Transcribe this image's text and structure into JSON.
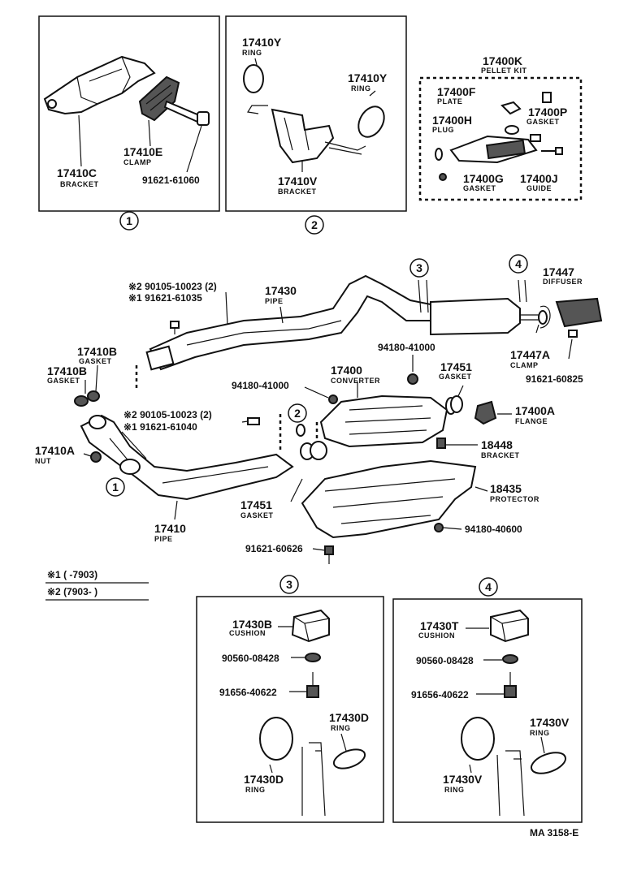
{
  "panel1": {
    "bracket_no": "17410C",
    "bracket_name": "BRACKET",
    "clamp_no": "17410E",
    "clamp_name": "CLAMP",
    "bolt_no": "91621-61060",
    "circle": "1"
  },
  "panel2": {
    "ring_a_no": "17410Y",
    "ring_a_name": "RING",
    "ring_b_no": "17410Y",
    "ring_b_name": "RING",
    "bracket_no": "17410V",
    "bracket_name": "BRACKET",
    "circle": "2"
  },
  "pellet_kit": {
    "kit_no": "17400K",
    "kit_name": "PELLET KIT",
    "plate_no": "17400F",
    "plate_name": "PLATE",
    "plug_no": "17400H",
    "plug_name": "PLUG",
    "gasket_p_no": "17400P",
    "gasket_p_name": "GASKET",
    "gasket_g_no": "17400G",
    "gasket_g_name": "GASKET",
    "guide_no": "17400J",
    "guide_name": "GUIDE"
  },
  "main": {
    "circle3": "3",
    "circle4": "4",
    "circle2": "2",
    "circle1": "1",
    "pipe_no": "17430",
    "pipe_name": "PIPE",
    "bolt2_a": "※2 90105-10023 (2)",
    "bolt1_a": "※1 91621-61035",
    "diffuser_no": "17447",
    "diffuser_name": "DIFFUSER",
    "clamp_no": "17447A",
    "clamp_name": "CLAMP",
    "bolt_60825": "91621-60825",
    "nut_41000_a": "94180-41000",
    "nut_41000_b": "94180-41000",
    "gasket_17410b_a_no": "17410B",
    "gasket_17410b_a_name": "GASKET",
    "gasket_17410b_b_no": "17410B",
    "gasket_17410b_b_name": "GASKET",
    "converter_no": "17400",
    "converter_name": "CONVERTER",
    "gasket_17451_a_no": "17451",
    "gasket_17451_a_name": "GASKET",
    "gasket_17451_b_no": "17451",
    "gasket_17451_b_name": "GASKET",
    "flange_no": "17400A",
    "flange_name": "FLANGE",
    "bolt2_b": "※2 90105-10023 (2)",
    "bolt1_b": "※1 91621-61040",
    "nut_no": "17410A",
    "nut_name": "NUT",
    "bracket_no": "18448",
    "bracket_name": "BRACKET",
    "protector_no": "18435",
    "protector_name": "PROTECTOR",
    "nut_40600": "94180-40600",
    "bolt_60626": "91621-60626",
    "front_pipe_no": "17410",
    "front_pipe_name": "PIPE"
  },
  "legend": {
    "line1": "※1 (      -7903)",
    "line2": "※2 (7903-        )"
  },
  "panel3": {
    "circle": "3",
    "cushion_no": "17430B",
    "cushion_name": "CUSHION",
    "washer_no": "90560-08428",
    "bolt_no": "91656-40622",
    "ring_a_no": "17430D",
    "ring_a_name": "RING",
    "ring_b_no": "17430D",
    "ring_b_name": "RING"
  },
  "panel4": {
    "circle": "4",
    "cushion_no": "17430T",
    "cushion_name": "CUSHION",
    "washer_no": "90560-08428",
    "bolt_no": "91656-40622",
    "ring_a_no": "17430V",
    "ring_a_name": "RING",
    "ring_b_no": "17430V",
    "ring_b_name": "RING"
  },
  "footer": {
    "code": "MA  3158-E"
  }
}
